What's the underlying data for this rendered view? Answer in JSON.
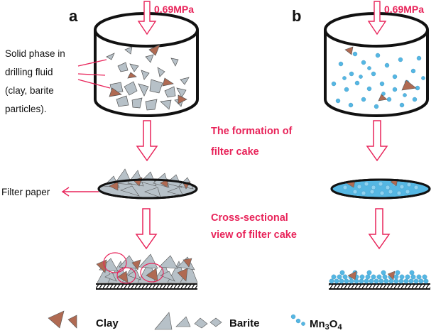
{
  "panels": {
    "a": "a",
    "b": "b"
  },
  "pressure": {
    "a": "0.69MPa",
    "b": "0.69MPa"
  },
  "annotations": {
    "solid_phase": [
      "Solid phase in",
      "drilling fluid",
      "(clay, barite",
      "particles)."
    ],
    "formation": [
      "The formation of",
      "filter cake"
    ],
    "filter_paper": "Filter paper",
    "cross_section": [
      "Cross-sectional",
      "view of filter cake"
    ]
  },
  "legend": {
    "clay": "Clay",
    "barite": "Barite",
    "mn3o4_main": "Mn",
    "mn3o4_sub1": "3",
    "mn3o4_mid": "O",
    "mn3o4_sub2": "4"
  },
  "colors": {
    "accent": "#e8245a",
    "clay": "#b06a52",
    "barite": "#b7c1c8",
    "mn3o4": "#55b7e3"
  }
}
